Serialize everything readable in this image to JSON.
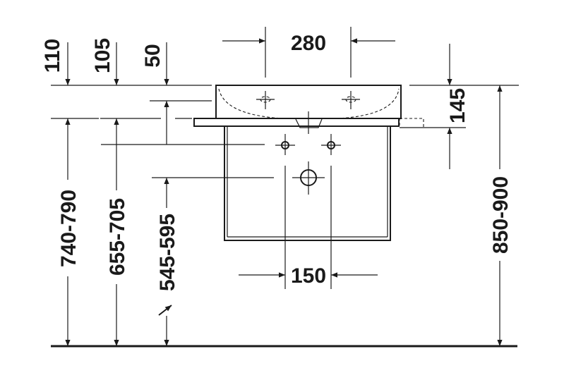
{
  "drawing": {
    "title": "Washbasin with console installation dimensions",
    "dimensions": {
      "basin_width_holes": "280",
      "height_110": "110",
      "height_105": "105",
      "height_50": "50",
      "basin_depth": "145",
      "total_height": "850-900",
      "shelf_height": "740-790",
      "frame_height": "655-705",
      "waste_height": "545-595",
      "supply_spacing": "150"
    },
    "colors": {
      "line": "#1a1a1a",
      "background": "#ffffff"
    }
  }
}
